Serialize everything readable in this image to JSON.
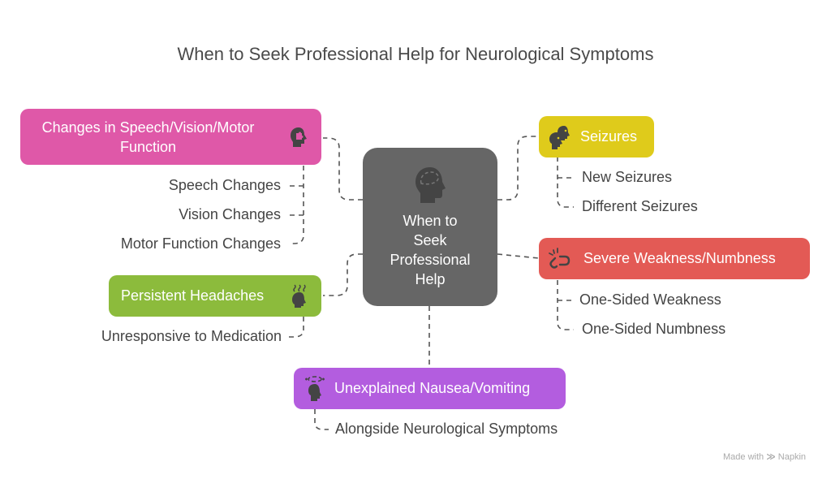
{
  "title": "When to Seek Professional Help for Neurological Symptoms",
  "center": {
    "label_lines": [
      "When to",
      "Seek",
      "Professional",
      "Help"
    ],
    "icon": "brain-head-icon",
    "color": "#666666"
  },
  "branches": [
    {
      "label": "Changes in Speech/Vision/Motor Function",
      "label_line1": "Changes in Speech/Vision/Motor",
      "label_line2": "Function",
      "color": "#df58a8",
      "icon": "puzzle-head-icon",
      "items": [
        "Speech Changes",
        "Vision Changes",
        "Motor Function Changes"
      ]
    },
    {
      "label": "Persistent Headaches",
      "color": "#8cbb3c",
      "icon": "steaming-head-icon",
      "items": [
        "Unresponsive to Medication"
      ]
    },
    {
      "label": "Unexplained Nausea/Vomiting",
      "color": "#b35ddf",
      "icon": "dizzy-head-icon",
      "items": [
        "Alongside Neurological Symptoms"
      ]
    },
    {
      "label": "Seizures",
      "color": "#dfcb1b",
      "icon": "two-heads-icon",
      "items": [
        "New Seizures",
        "Different Seizures"
      ]
    },
    {
      "label": "Severe Weakness/Numbness",
      "color": "#e35a55",
      "icon": "broken-link-icon",
      "items": [
        "One-Sided Weakness",
        "One-Sided Numbness"
      ]
    }
  ],
  "footer": {
    "made_with": "Made with",
    "brand": "Napkin"
  }
}
